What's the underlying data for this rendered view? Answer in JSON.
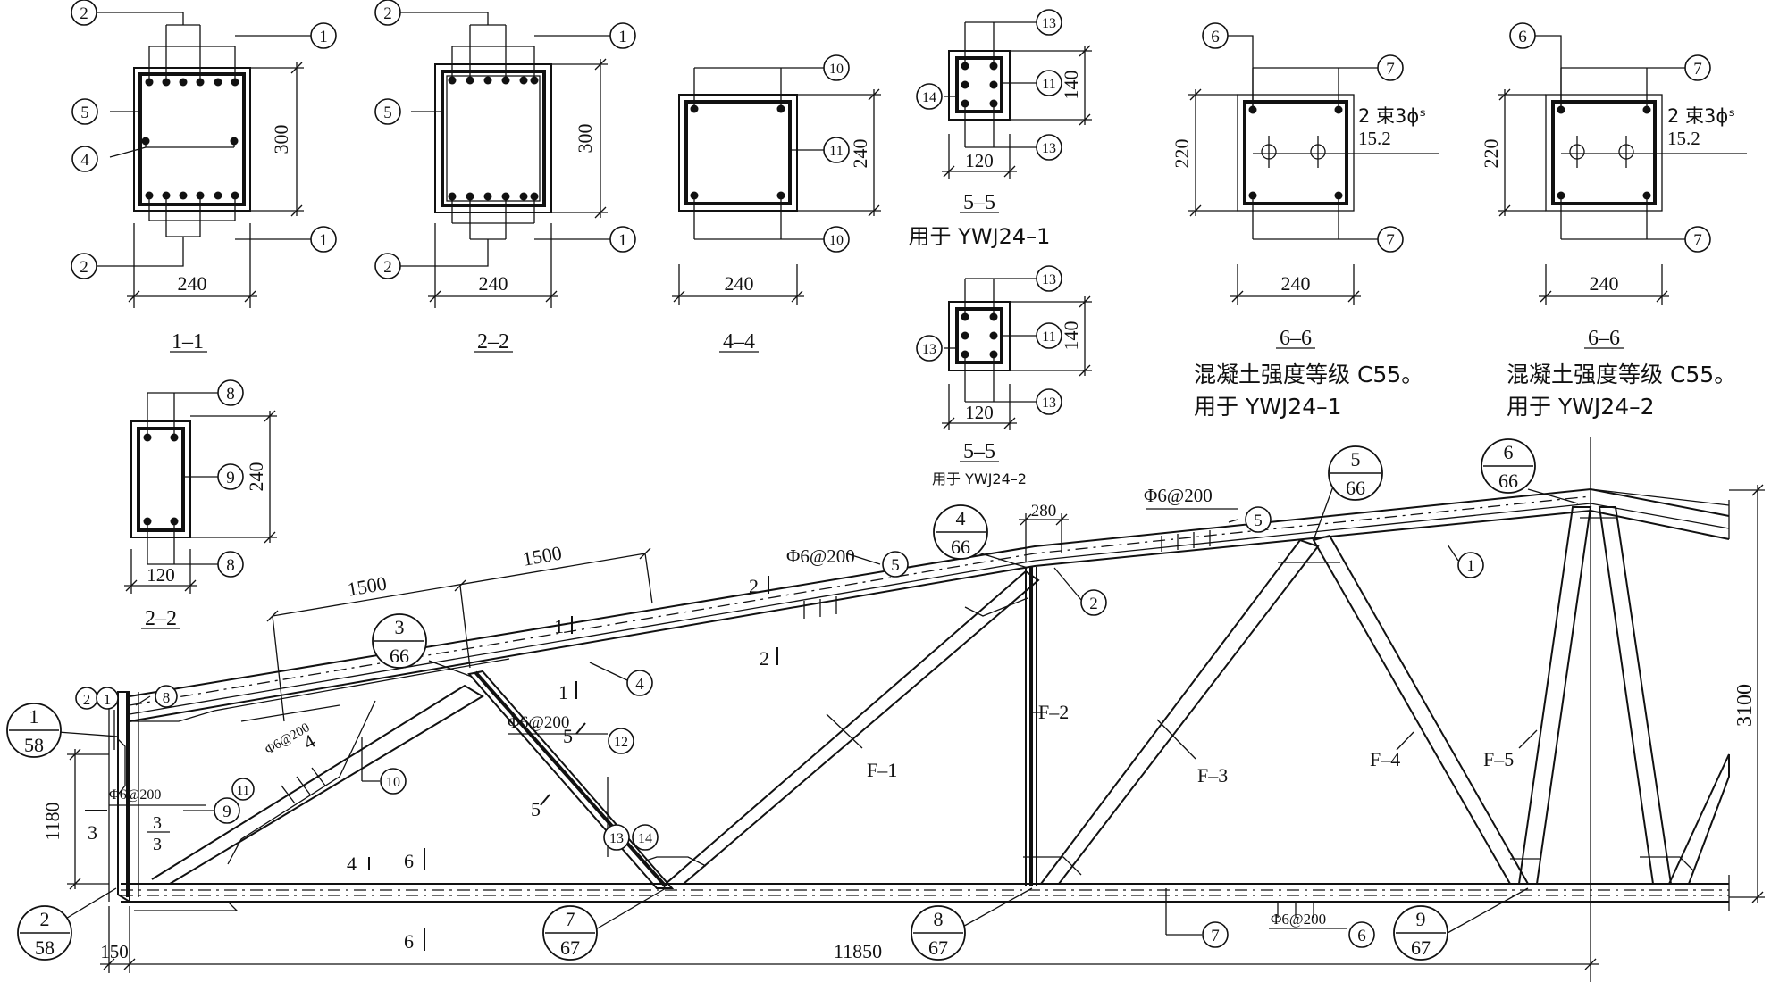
{
  "sections": {
    "s11": {
      "width": "240",
      "height": "300",
      "title": "1–1"
    },
    "s22a": {
      "width": "240",
      "height": "300",
      "title": "2–2"
    },
    "s44": {
      "width": "240",
      "height": "240",
      "title": "4–4"
    },
    "s55a": {
      "width": "120",
      "height": "140",
      "title": "5–5",
      "note": "用于 YWJ24–1"
    },
    "s55b": {
      "width": "120",
      "height": "140",
      "title": "5–5",
      "note": "用于 YWJ24–2"
    },
    "s66a": {
      "width": "240",
      "height": "220",
      "title": "6–6",
      "tendon": "2 束3ϕˢ",
      "tendon_size": "15.2",
      "note1": "混凝土强度等级 C55。",
      "note2": "用于 YWJ24–1"
    },
    "s66b": {
      "width": "240",
      "height": "220",
      "title": "6–6",
      "tendon": "2 束3ϕˢ",
      "tendon_size": "15.2",
      "note1": "混凝土强度等级 C55。",
      "note2": "用于 YWJ24–2"
    },
    "s22b": {
      "width": "120",
      "height": "240",
      "title": "2–2"
    }
  },
  "marks": {
    "m1": "1",
    "m2": "2",
    "m4": "4",
    "m5": "5",
    "m6": "6",
    "m7": "7",
    "m8": "8",
    "m9": "9",
    "m10": "10",
    "m11": "11",
    "m12": "12",
    "m13": "13",
    "m14": "14"
  },
  "truss": {
    "dim_1500a": "1500",
    "dim_1500b": "1500",
    "dim_280": "280",
    "dim_3100": "3100",
    "dim_1180": "1180",
    "dim_150": "150",
    "dim_11850": "11850",
    "stirrup": "Φ6@200",
    "members": {
      "f1": "F–1",
      "f2": "F–2",
      "f3": "F–3",
      "f4": "F–4",
      "f5": "F–5"
    },
    "cut": {
      "c1": "1",
      "c2": "2",
      "c3": "3",
      "c4": "4",
      "c5": "5",
      "c6": "6"
    },
    "detail_3": {
      "top": "3",
      "bottom": "3"
    },
    "details": [
      {
        "top": "1",
        "bottom": "58"
      },
      {
        "top": "2",
        "bottom": "58"
      },
      {
        "top": "3",
        "bottom": "66"
      },
      {
        "top": "4",
        "bottom": "66"
      },
      {
        "top": "5",
        "bottom": "66"
      },
      {
        "top": "6",
        "bottom": "66"
      },
      {
        "top": "7",
        "bottom": "67"
      },
      {
        "top": "8",
        "bottom": "67"
      },
      {
        "top": "9",
        "bottom": "67"
      }
    ]
  }
}
